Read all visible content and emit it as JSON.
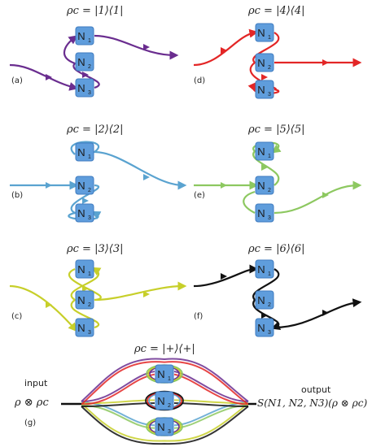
{
  "panels": [
    {
      "label": "(a)",
      "state": "ρc = |1⟩⟨1|",
      "color": "#6a2d8f"
    },
    {
      "label": "(b)",
      "state": "ρc = |2⟩⟨2|",
      "color": "#5aa3d0"
    },
    {
      "label": "(c)",
      "state": "ρc = |3⟩⟨3|",
      "color": "#c7cf2a"
    },
    {
      "label": "(d)",
      "state": "ρc = |4⟩⟨4|",
      "color": "#e32626"
    },
    {
      "label": "(e)",
      "state": "ρc = |5⟩⟨5|",
      "color": "#8dc860"
    },
    {
      "label": "(f)",
      "state": "ρc = |6⟩⟨6|",
      "color": "#111111"
    }
  ],
  "node": {
    "main": "N",
    "subs": [
      "1",
      "2",
      "3"
    ]
  },
  "panel_g": {
    "label": "(g)",
    "state": "ρc = |+⟩⟨+|",
    "input_label": "input",
    "input_expr": "ρ ⊗ ρc",
    "output_label": "output",
    "output_expr": "S(N1, N2, N3)(ρ ⊗ ρc)"
  },
  "colors": {
    "node_fill": "#5f9ddc",
    "node_stroke": "#3f7bbf"
  }
}
